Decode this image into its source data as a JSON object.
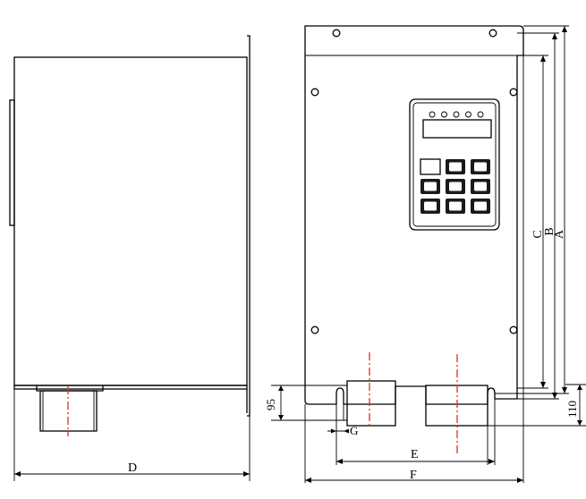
{
  "dimension_labels": {
    "a": "A",
    "b": "B",
    "c": "C",
    "d": "D",
    "e": "E",
    "f": "F",
    "g": "G",
    "dim_95": "95",
    "dim_110": "110"
  },
  "keypad": {
    "led_count": 5,
    "rows": 3,
    "columns": 3
  },
  "colors": {
    "outline": "#000000",
    "centerline": "#e0301e",
    "display_fill": "#1a1a1a"
  }
}
